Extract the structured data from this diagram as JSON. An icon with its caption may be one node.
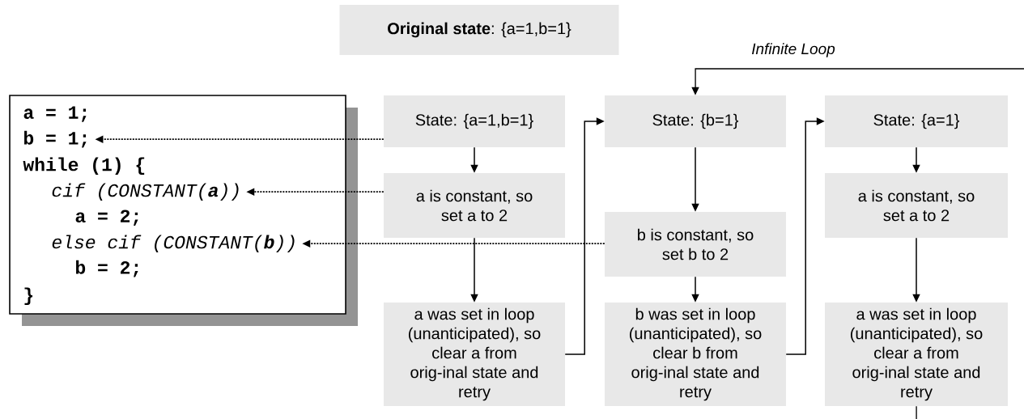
{
  "diagram": {
    "nodes": [
      {
        "text": [
          "**Original state**: {a=1,b=1}"
        ]
      },
      {
        "text": [],
        "shape": "box"
      },
      {
        "text": [
          "a = 1;"
        ],
        "in": 1
      },
      {
        "text": [
          "b = 1;"
        ],
        "in": 1
      },
      {
        "text": [
          "while (1) {"
        ],
        "in": 1
      },
      {
        "text": [
          "cif (CONSTANT(**a**))"
        ],
        "in": 1
      },
      {
        "text": [
          "a = 2;"
        ],
        "in": 1
      },
      {
        "text": [
          "else cif (CONSTANT(**b**))"
        ],
        "in": 1
      },
      {
        "text": [
          "b = 2;"
        ],
        "in": 1
      },
      {
        "text": [
          "}"
        ],
        "in": 1
      },
      {
        "text": [
          "State: {a=1,b=1}"
        ]
      },
      {
        "text": [
          "a is constant, so set a to 2"
        ]
      },
      {
        "text": [
          "a was set in loop (unanticipated), so clear a from orig-inal state and retry"
        ]
      },
      {
        "text": [
          "State: {b=1}"
        ]
      },
      {
        "text": [
          "b is constant, so set b to 2"
        ]
      },
      {
        "text": [
          "b was set in loop (unanticipated), so clear b from orig-inal state and retry"
        ]
      },
      {
        "text": [
          "State: {a=1}"
        ]
      },
      {
        "text": [
          "a is constant, so set a to 2"
        ]
      },
      {
        "text": [
          "a was set in loop (unanticipated), so clear a from orig-inal state and retry"
        ]
      }
    ],
    "edges": [
      {
        "from": 10,
        "to": 11,
        "arrow": "to"
      },
      {
        "from": 11,
        "to": 12,
        "arrow": "to"
      },
      {
        "from": 12,
        "to": 13,
        "arrow": "to"
      },
      {
        "from": 13,
        "to": 14,
        "arrow": "to"
      },
      {
        "from": 14,
        "to": 15,
        "arrow": "to"
      },
      {
        "from": 15,
        "to": 16,
        "arrow": "to"
      },
      {
        "from": 16,
        "to": 17,
        "arrow": "to"
      },
      {
        "from": 17,
        "to": 18,
        "arrow": "to"
      },
      {
        "from": 18,
        "to": null,
        "arrow": "none"
      },
      {
        "from": null,
        "to": 13,
        "arrow": "to",
        "label": "Infinite Loop"
      },
      {
        "from": 10,
        "to": 3,
        "arrow": "to",
        "style": "dashed"
      },
      {
        "from": 11,
        "to": 5,
        "arrow": "to",
        "style": "dashed"
      },
      {
        "from": 14,
        "to": 7,
        "arrow": "to",
        "style": "dashed"
      }
    ]
  }
}
